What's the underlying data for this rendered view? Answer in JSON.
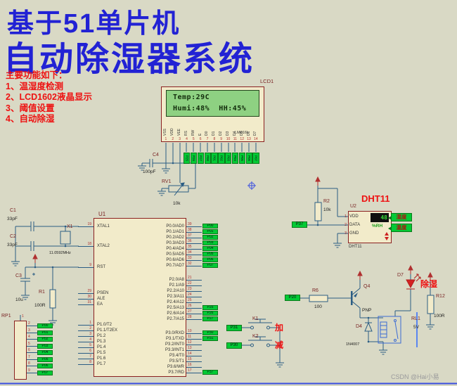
{
  "page": {
    "title_line1": "基于51单片机",
    "title_line2": "自动除湿器系统",
    "features": [
      "主要功能如下：",
      "1、温湿度检测",
      "2、LCD1602液晶显示",
      "3、阈值设置",
      "4、自动除湿"
    ],
    "watermark": "CSDN @Hai小易"
  },
  "lcd": {
    "ref": "LCD1",
    "model": "LM016L",
    "screen_line1": "Temp:29C",
    "screen_line2": "Humi:48%  HH:45%",
    "pins": [
      {
        "num": "1",
        "name": "VSS"
      },
      {
        "num": "2",
        "name": "VDD"
      },
      {
        "num": "3",
        "name": "VEE"
      },
      {
        "num": "4",
        "name": "RS"
      },
      {
        "num": "5",
        "name": "RW"
      },
      {
        "num": "6",
        "name": "E"
      },
      {
        "num": "7",
        "name": "D0"
      },
      {
        "num": "8",
        "name": "D1"
      },
      {
        "num": "9",
        "name": "D2"
      },
      {
        "num": "10",
        "name": "D3"
      },
      {
        "num": "11",
        "name": "D4"
      },
      {
        "num": "12",
        "name": "D5"
      },
      {
        "num": "13",
        "name": "D6"
      },
      {
        "num": "14",
        "name": "D7"
      }
    ],
    "nets": [
      "P25",
      "P26",
      "P27",
      "P00",
      "P01",
      "P02",
      "P03",
      "P04",
      "P05",
      "P06",
      "P07"
    ]
  },
  "c4": {
    "ref": "C4",
    "value": "100pF"
  },
  "rv1": {
    "ref": "RV1",
    "value": "10k"
  },
  "x1": {
    "ref": "X1",
    "value": "11.0592MHz"
  },
  "c1": {
    "ref": "C1",
    "value": "33pF"
  },
  "c2": {
    "ref": "C2",
    "value": "33pF"
  },
  "c3": {
    "ref": "C3",
    "value": "10u"
  },
  "r1": {
    "ref": "R1",
    "value": "100R"
  },
  "rp1": {
    "ref": "RP1",
    "pin_top": "1",
    "rows": [
      {
        "num": "2",
        "net": "P00"
      },
      {
        "num": "3",
        "net": "P01"
      },
      {
        "num": "4",
        "net": "P02"
      },
      {
        "num": "5",
        "net": "P03"
      },
      {
        "num": "6",
        "net": "P04"
      },
      {
        "num": "7",
        "net": "P05"
      },
      {
        "num": "8",
        "net": "P06"
      },
      {
        "num": "9",
        "net": "P07"
      }
    ]
  },
  "mcu": {
    "ref": "U1",
    "xtal1": {
      "num": "19",
      "name": "XTAL1"
    },
    "xtal2": {
      "num": "18",
      "name": "XTAL2"
    },
    "rst": {
      "num": "9",
      "name": "RST"
    },
    "ctrl_pins": [
      {
        "num": "29",
        "name": "PSEN"
      },
      {
        "num": "30",
        "name": "ALE"
      },
      {
        "num": "31",
        "name": "EA"
      }
    ],
    "p1_pins": [
      {
        "num": "1",
        "name": "P1.0/T2"
      },
      {
        "num": "2",
        "name": "P1.1/T2EX"
      },
      {
        "num": "3",
        "name": "P1.2"
      },
      {
        "num": "4",
        "name": "P1.3"
      },
      {
        "num": "5",
        "name": "P1.4"
      },
      {
        "num": "6",
        "name": "P1.5"
      },
      {
        "num": "7",
        "name": "P1.6"
      },
      {
        "num": "8",
        "name": "P1.7"
      }
    ],
    "p0_pins": [
      {
        "num": "39",
        "name": "P0.0/AD0"
      },
      {
        "num": "38",
        "name": "P0.1/AD1"
      },
      {
        "num": "37",
        "name": "P0.2/AD2"
      },
      {
        "num": "36",
        "name": "P0.3/AD3"
      },
      {
        "num": "35",
        "name": "P0.4/AD4"
      },
      {
        "num": "34",
        "name": "P0.5/AD5"
      },
      {
        "num": "33",
        "name": "P0.6/AD6"
      },
      {
        "num": "32",
        "name": "P0.7/AD7"
      }
    ],
    "p0_nets": [
      "P00",
      "P01",
      "P02",
      "P03",
      "P04",
      "P05",
      "P06",
      "P07"
    ],
    "p2_pins": [
      {
        "num": "21",
        "name": "P2.0/A8"
      },
      {
        "num": "22",
        "name": "P2.1/A9"
      },
      {
        "num": "23",
        "name": "P2.2/A10"
      },
      {
        "num": "24",
        "name": "P2.3/A11"
      },
      {
        "num": "25",
        "name": "P2.4/A12"
      },
      {
        "num": "26",
        "name": "P2.5/A13"
      },
      {
        "num": "27",
        "name": "P2.6/A14"
      },
      {
        "num": "28",
        "name": "P2.7/A15"
      }
    ],
    "p2_nets": [
      "P25",
      "P26",
      "P27"
    ],
    "p3_pins": [
      {
        "num": "10",
        "name": "P3.0/RXD"
      },
      {
        "num": "11",
        "name": "P3.1/TXD"
      },
      {
        "num": "12",
        "name": "P3.2/INT0"
      },
      {
        "num": "13",
        "name": "P3.3/INT1"
      },
      {
        "num": "14",
        "name": "P3.4/T0"
      },
      {
        "num": "15",
        "name": "P3.5/T1"
      },
      {
        "num": "16",
        "name": "P3.6/WR"
      },
      {
        "num": "17",
        "name": "P3.7/RD"
      }
    ],
    "p3_nets_top": [
      "P30",
      "P31"
    ],
    "p3_net_bottom": "P37"
  },
  "r2": {
    "ref": "R2",
    "value": "10k"
  },
  "dht": {
    "ref": "U2",
    "title": "DHT11",
    "sub": "DHT11",
    "display": "48",
    "unit": "%RH",
    "net": "P37",
    "pins": [
      {
        "num": "1",
        "name": "VDD"
      },
      {
        "num": "2",
        "name": "DATA"
      },
      {
        "num": "3",
        "name": "GND"
      }
    ],
    "annotations": [
      "湿度",
      "温度"
    ]
  },
  "r6": {
    "ref": "R6",
    "value": "100",
    "net": "P20"
  },
  "q4": {
    "ref": "Q4",
    "value": "PNP"
  },
  "d7": {
    "ref": "D7",
    "label": "除湿"
  },
  "r12": {
    "ref": "R12",
    "value": "100R"
  },
  "rl1": {
    "ref": "RL1",
    "value": "5V"
  },
  "d4": {
    "ref": "D4",
    "value": "1N4007"
  },
  "k1": {
    "ref": "K1",
    "label": "加",
    "net": "P31"
  },
  "k2": {
    "ref": "K2",
    "label": "减",
    "net": "P30"
  }
}
